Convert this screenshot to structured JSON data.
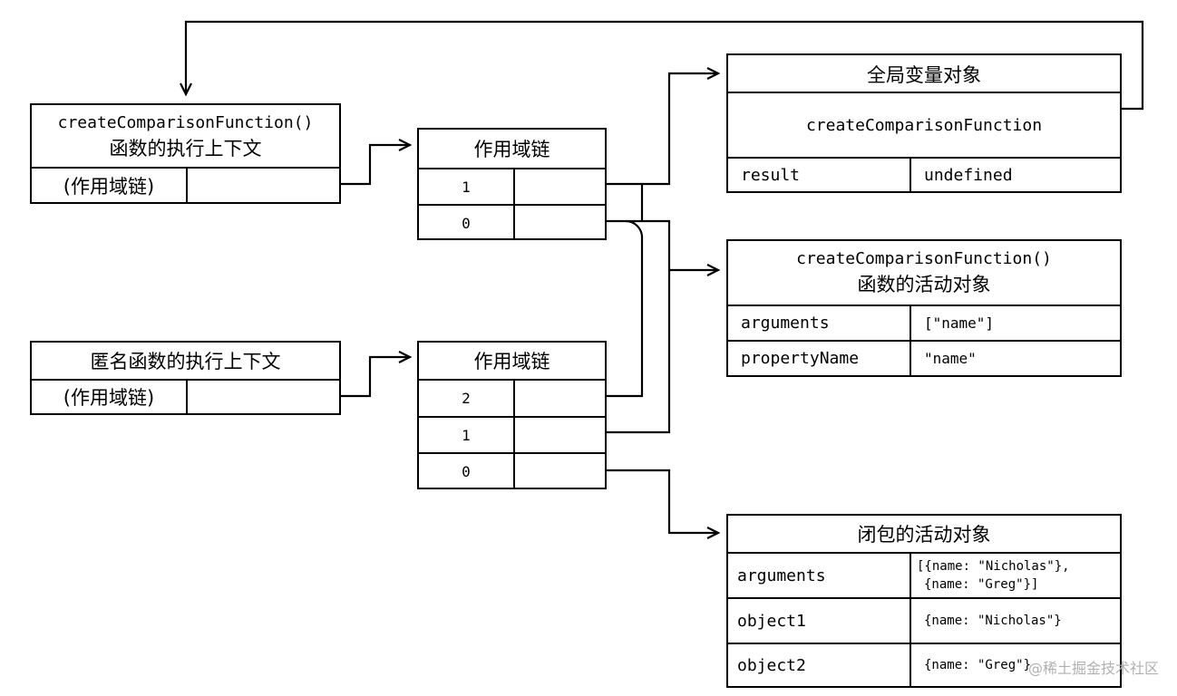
{
  "boxes": {
    "create_ctx": {
      "title_code": "createComparisonFunction()",
      "title_cn": "函数的执行上下文",
      "scope_label": "(作用域链)"
    },
    "create_scope": {
      "title": "作用域链",
      "rows": [
        "1",
        "0"
      ]
    },
    "global": {
      "title": "全局变量对象",
      "func_name": "createComparisonFunction",
      "rows": [
        {
          "key": "result",
          "value": "undefined"
        }
      ]
    },
    "create_activation": {
      "title_code": "createComparisonFunction()",
      "title_cn": "函数的活动对象",
      "rows": [
        {
          "key": "arguments",
          "value": "[\"name\"]"
        },
        {
          "key": "propertyName",
          "value": "\"name\""
        }
      ]
    },
    "anon_ctx": {
      "title": "匿名函数的执行上下文",
      "scope_label": "(作用域链)"
    },
    "anon_scope": {
      "title": "作用域链",
      "rows": [
        "2",
        "1",
        "0"
      ]
    },
    "closure_activation": {
      "title": "闭包的活动对象",
      "rows": [
        {
          "key": "arguments",
          "value_line1": "[{name: \"Nicholas\"},",
          "value_line2": "{name: \"Greg\"}]"
        },
        {
          "key": "object1",
          "value": "{name: \"Nicholas\"}"
        },
        {
          "key": "object2",
          "value": "{name: \"Greg\"}"
        }
      ]
    }
  },
  "watermark": "@稀土掘金技术社区"
}
